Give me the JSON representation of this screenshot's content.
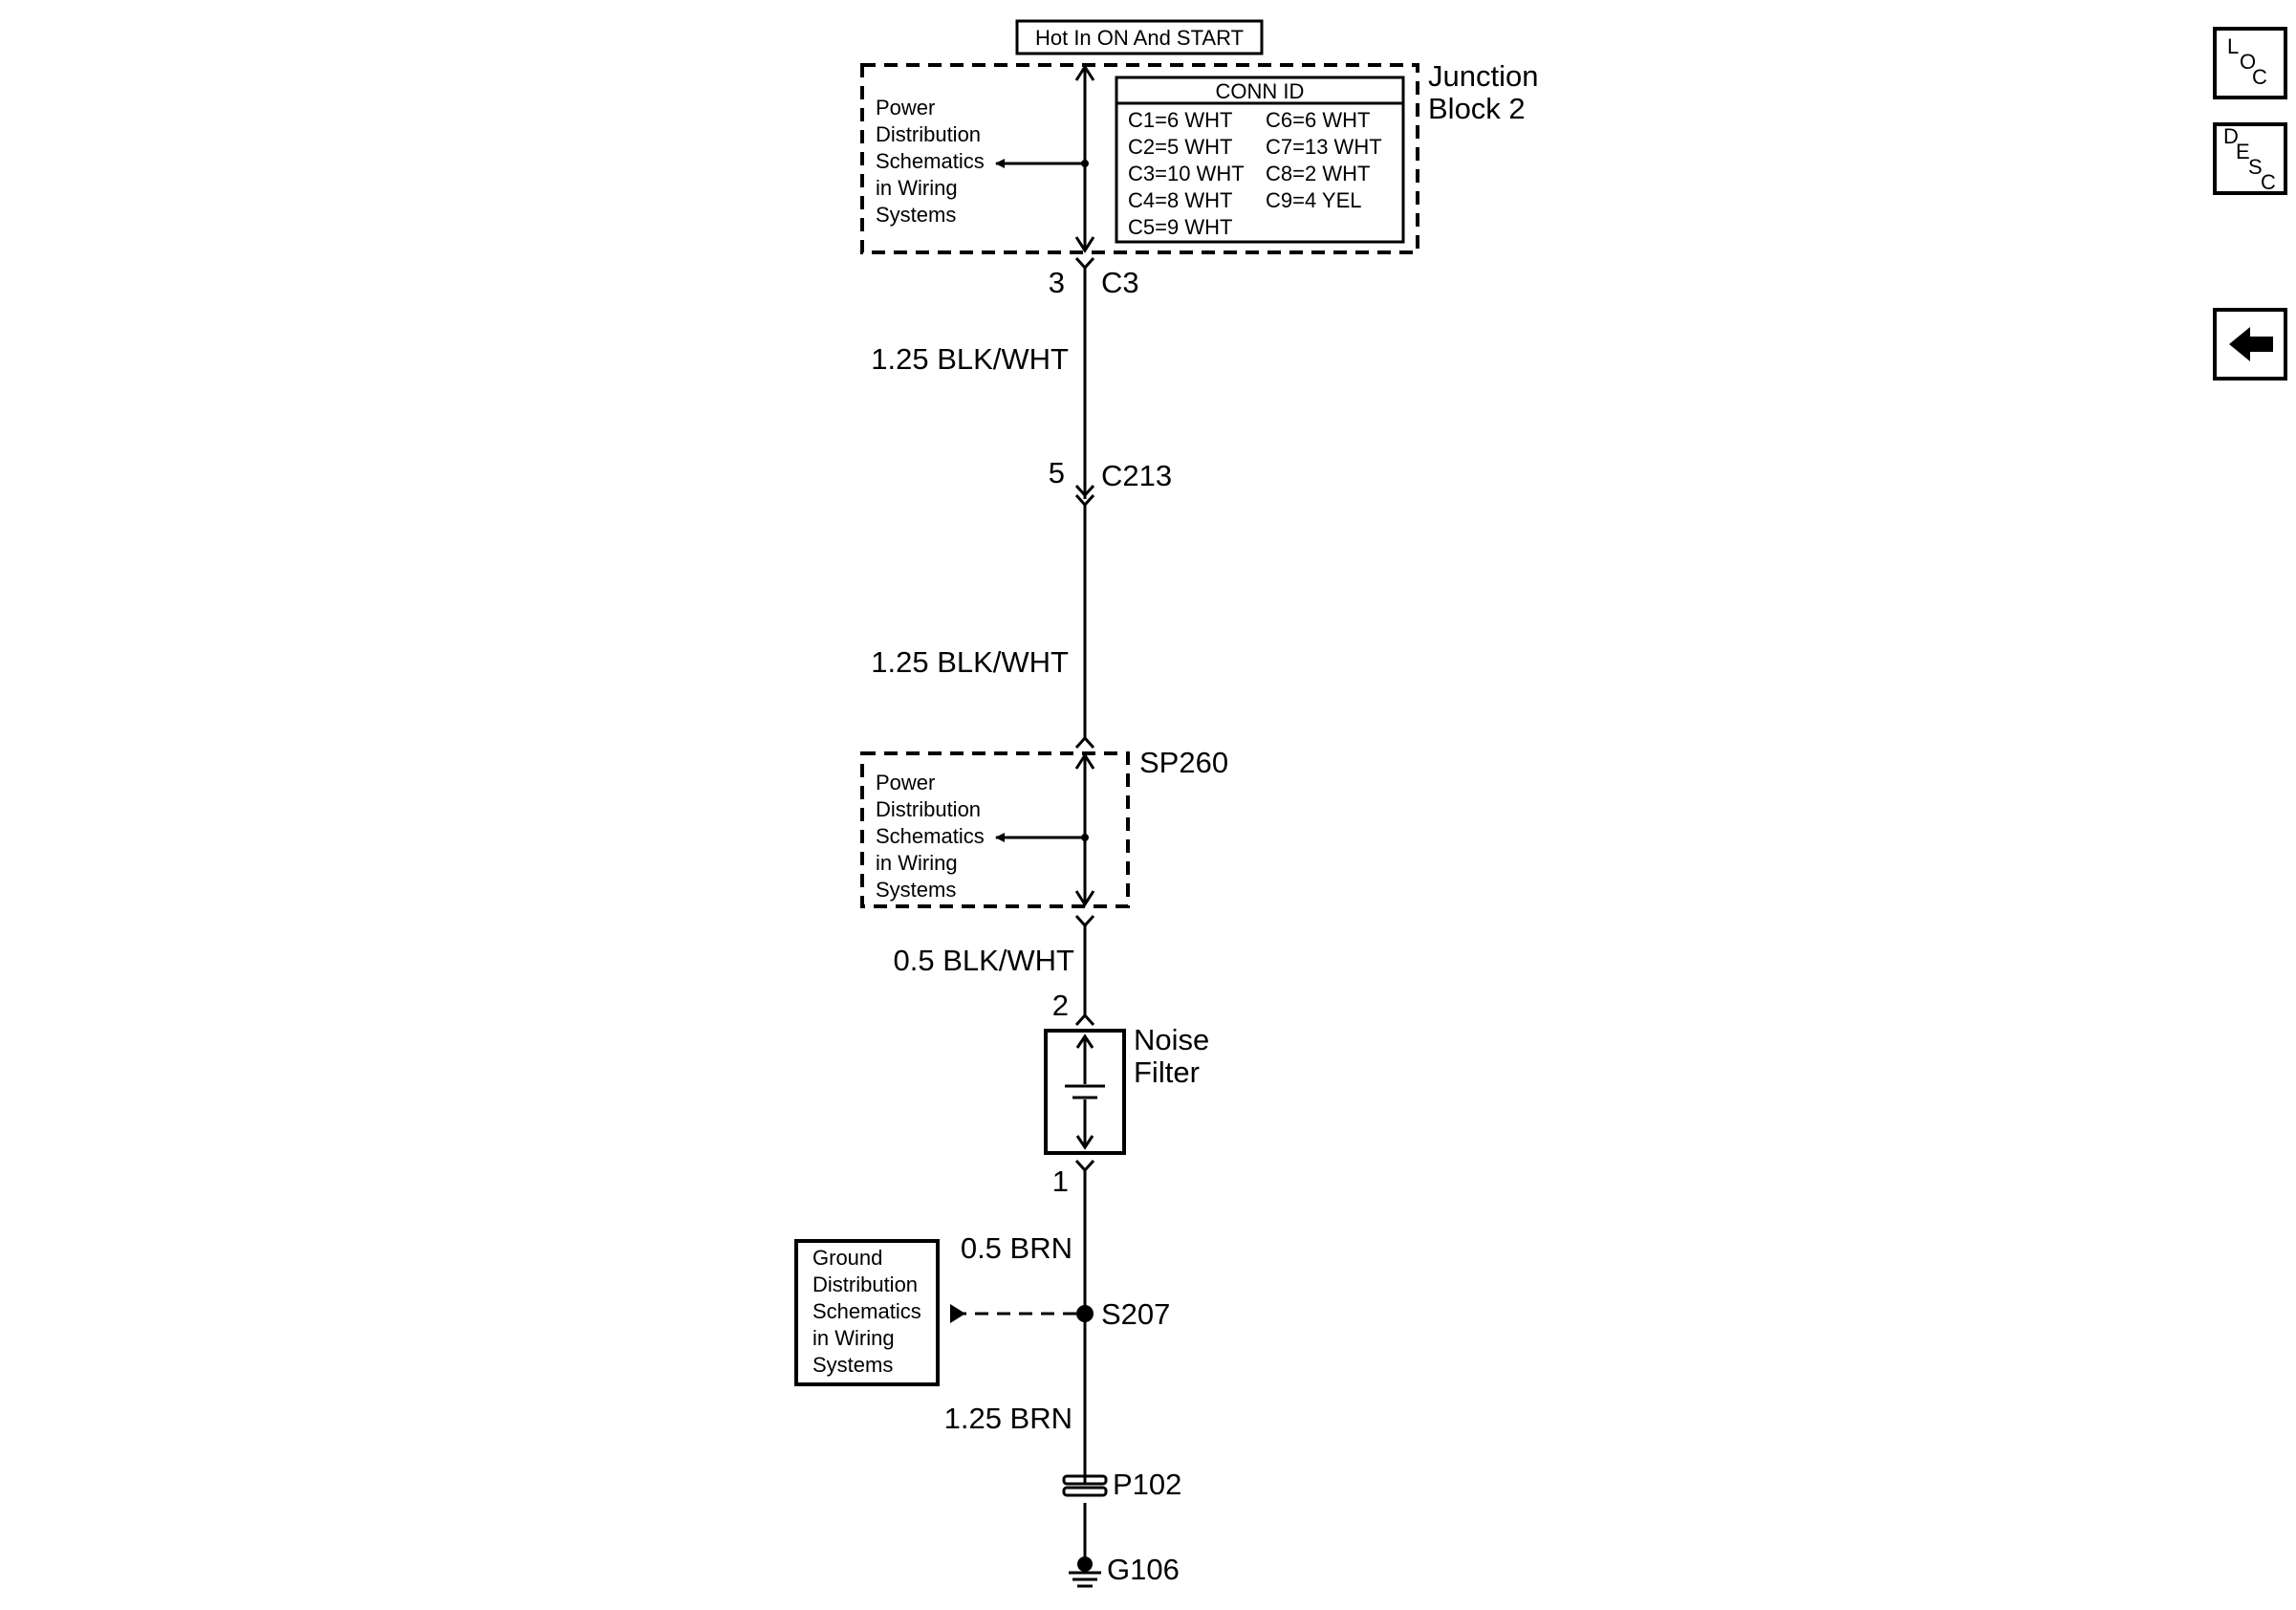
{
  "header_label": "Hot In ON And START",
  "junction_block": {
    "title_line1": "Junction",
    "title_line2": "Block 2",
    "conn_id_header": "CONN ID",
    "conn_ids": [
      "C1=6 WHT",
      "C2=5 WHT",
      "C3=10 WHT",
      "C4=8 WHT",
      "C5=9 WHT",
      "C6=6 WHT",
      "C7=13 WHT",
      "C8=2 WHT",
      "C9=4 YEL"
    ]
  },
  "power_ref": [
    "Power",
    "Distribution",
    "Schematics",
    "in Wiring",
    "Systems"
  ],
  "ground_ref": [
    "Ground",
    "Distribution",
    "Schematics",
    "in Wiring",
    "Systems"
  ],
  "connectors": {
    "c3_pin": "3",
    "c3_name": "C3",
    "c213_pin": "5",
    "c213_name": "C213",
    "sp260": "SP260",
    "filter_pin_top": "2",
    "filter_pin_bottom": "1",
    "splice": "S207",
    "p102": "P102",
    "ground": "G106"
  },
  "wires": {
    "w1": "1.25 BLK/WHT",
    "w2": "1.25 BLK/WHT",
    "w3": "0.5 BLK/WHT",
    "w4": "0.5 BRN",
    "w5": "1.25 BRN"
  },
  "component": {
    "line1": "Noise",
    "line2": "Filter"
  },
  "nav": {
    "loc": [
      "L",
      "O",
      "C"
    ],
    "desc": [
      "D",
      "E",
      "S",
      "C"
    ],
    "back_icon": "left-arrow-icon"
  }
}
